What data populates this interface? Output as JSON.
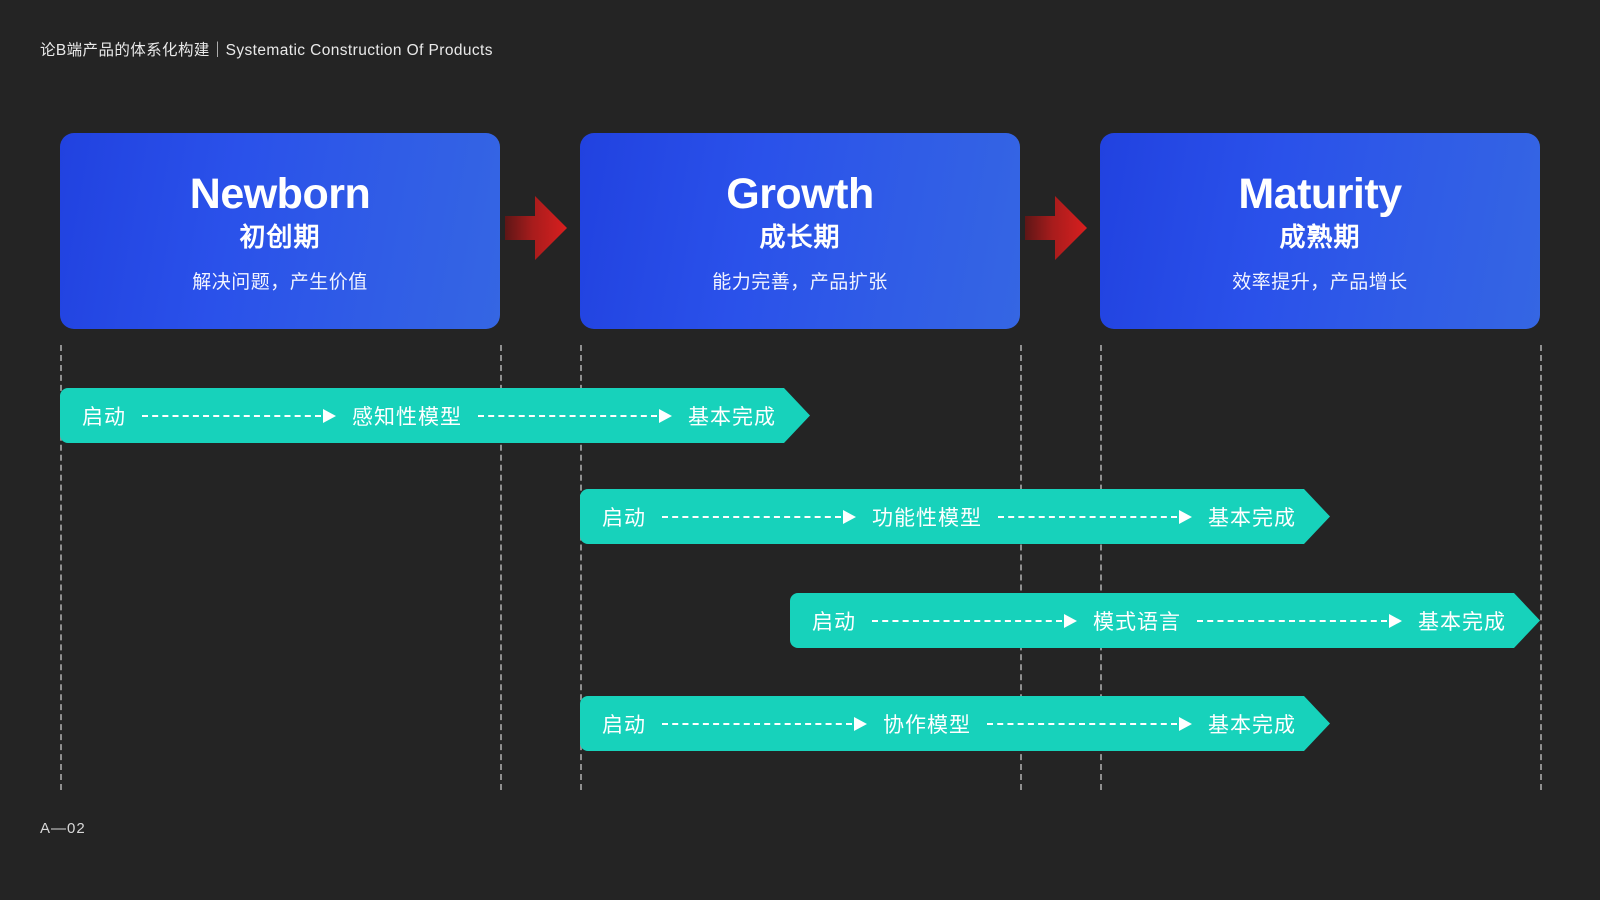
{
  "header": {
    "title": "论B端产品的体系化构建｜Systematic Construction Of Products"
  },
  "footer": {
    "page_label": "A—02"
  },
  "colors": {
    "background": "#242424",
    "card_gradient_start": "#2142e0",
    "card_gradient_end": "#3566e3",
    "arrow_red_dark": "#6b1a1a",
    "arrow_red_bright": "#d91f1f",
    "bar_teal": "#17d2bb",
    "guide_line": "#8f8f8f",
    "text_white": "#ffffff"
  },
  "phases": [
    {
      "en": "Newborn",
      "cn": "初创期",
      "desc": "解决问题，产生价值"
    },
    {
      "en": "Growth",
      "cn": "成长期",
      "desc": "能力完善，产品扩张"
    },
    {
      "en": "Maturity",
      "cn": "成熟期",
      "desc": "效率提升，产品增长"
    }
  ],
  "connectors": [
    {
      "icon": "red-arrow-right-icon"
    },
    {
      "icon": "red-arrow-right-icon"
    }
  ],
  "milestones": [
    {
      "start": "启动",
      "middle": "感知性模型",
      "end": "基本完成"
    },
    {
      "start": "启动",
      "middle": "功能性模型",
      "end": "基本完成"
    },
    {
      "start": "启动",
      "middle": "模式语言",
      "end": "基本完成"
    },
    {
      "start": "启动",
      "middle": "协作模型",
      "end": "基本完成"
    }
  ],
  "guides": {
    "count": 6
  }
}
